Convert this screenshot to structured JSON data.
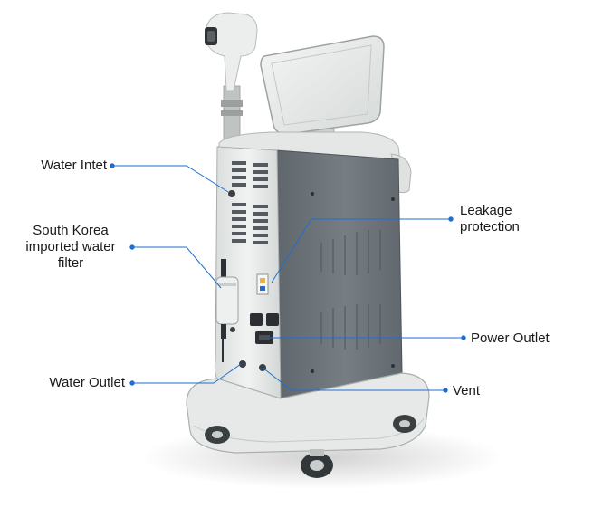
{
  "callouts": {
    "water_inlet": {
      "label": "Water Intet"
    },
    "water_filter": {
      "line1": "South Korea",
      "line2": "imported water",
      "line3": "filter"
    },
    "water_outlet": {
      "label": "Water Outlet"
    },
    "leakage_protection": {
      "line1": "Leakage",
      "line2": "protection"
    },
    "power_outlet": {
      "label": "Power Outlet"
    },
    "vent": {
      "label": "Vent"
    }
  },
  "colors": {
    "leader_line": "#1e6fd0",
    "body_white": "#e9ecea",
    "panel_gray": "#6e757b",
    "label_text": "#1a1a1a"
  }
}
